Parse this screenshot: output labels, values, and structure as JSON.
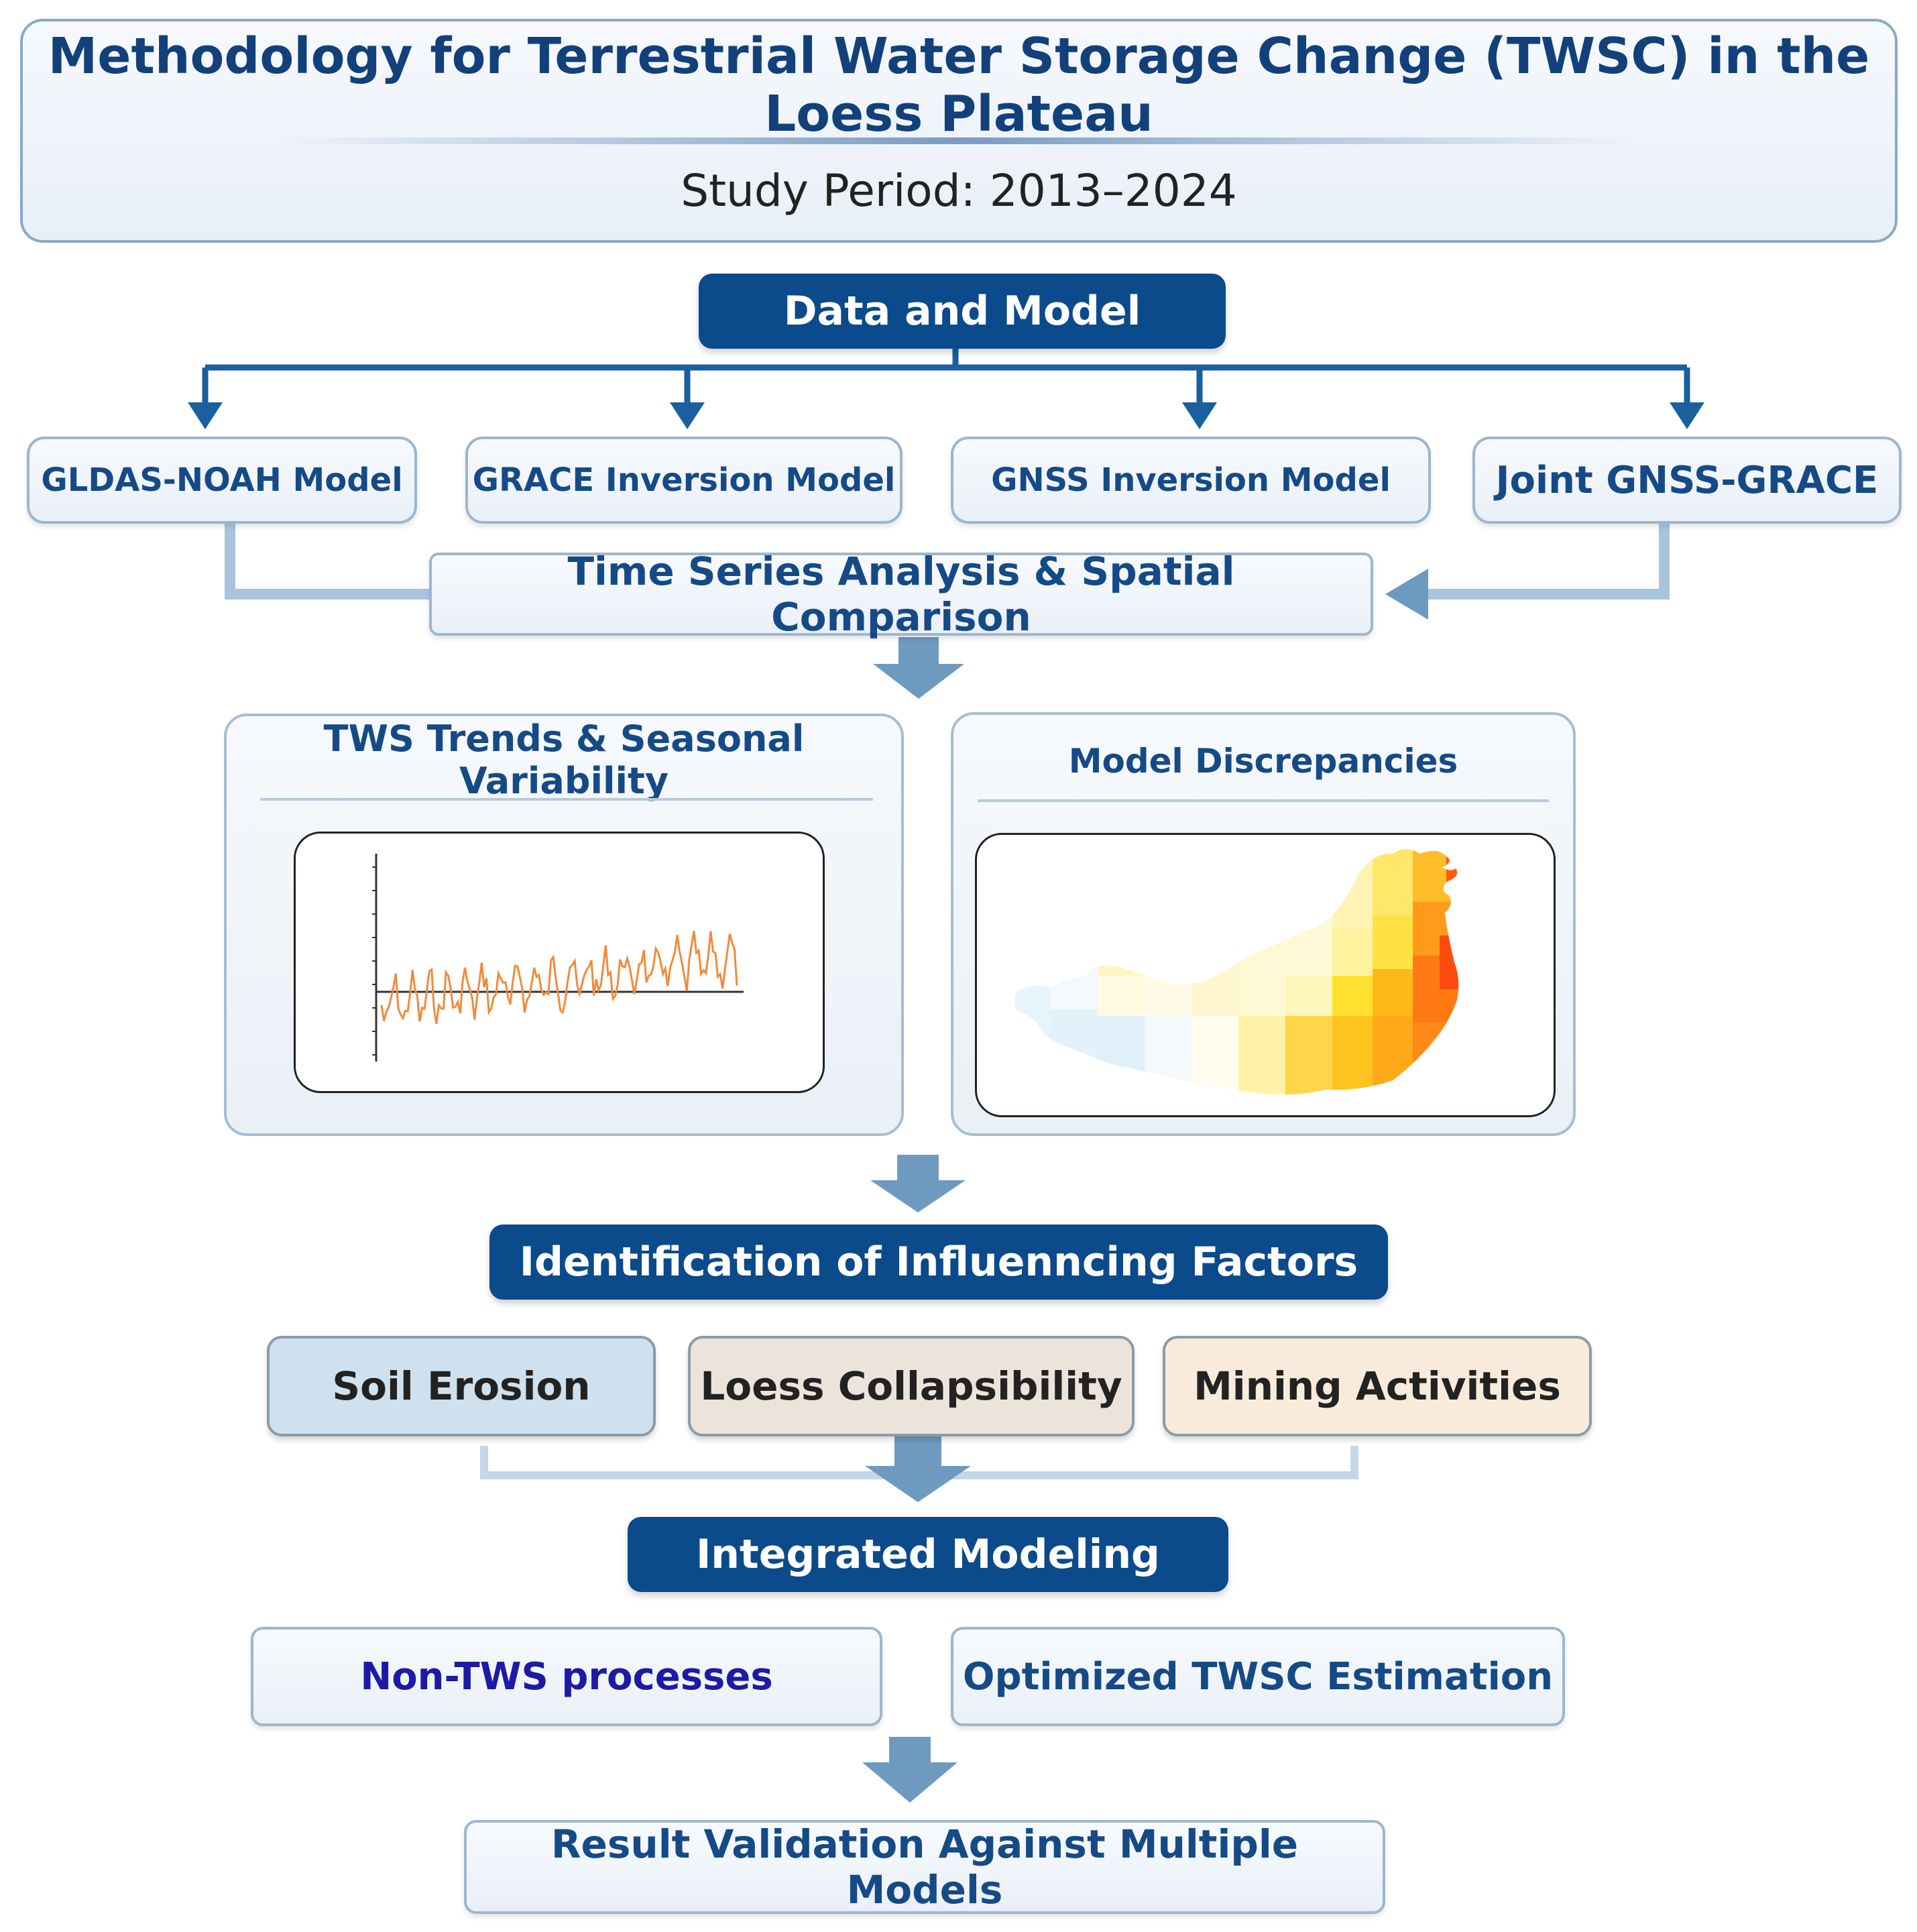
{
  "header": {
    "title": "Methodology for Terrestrial Water Storage Change (TWSC) in the Loess Plateau",
    "study_period": "Study Period: 2013–2024"
  },
  "data_model": {
    "label": "Data and Model",
    "sources": [
      {
        "label": "GLDAS-NOAH Model"
      },
      {
        "label": "GRACE Inversion Model"
      },
      {
        "label": "GNSS Inversion Model"
      },
      {
        "label": "Joint GNSS-GRACE"
      }
    ]
  },
  "analysis": {
    "label": "Time Series Analysis & Spatial Comparison"
  },
  "panels": {
    "trends_title": "TWS Trends & Seasonal Variability",
    "discrepancy_title": "Model Discrepancies"
  },
  "factors": {
    "label": "Identification of Influenncing Factors",
    "items": [
      {
        "label": "Soil Erosion",
        "color": "#cfe0ee"
      },
      {
        "label": "Loess Collapsibility",
        "color": "#ece3da"
      },
      {
        "label": "Mining Activities",
        "color": "#f8ebdc"
      }
    ]
  },
  "integrated": {
    "label": "Integrated Modeling",
    "outputs": [
      {
        "label": "Non-TWS processes",
        "color": "#1d1aa6"
      },
      {
        "label": "Optimized TWSC Estimation",
        "color": "#164a86"
      }
    ]
  },
  "validation": {
    "label": "Result Validation Against Multiple Models"
  },
  "colors": {
    "dark_blue": "#0b4a8b",
    "connector_blue": "#1a5f9e",
    "arrow_blue": "#6f9ac0",
    "series_orange": "#f28a3a"
  }
}
